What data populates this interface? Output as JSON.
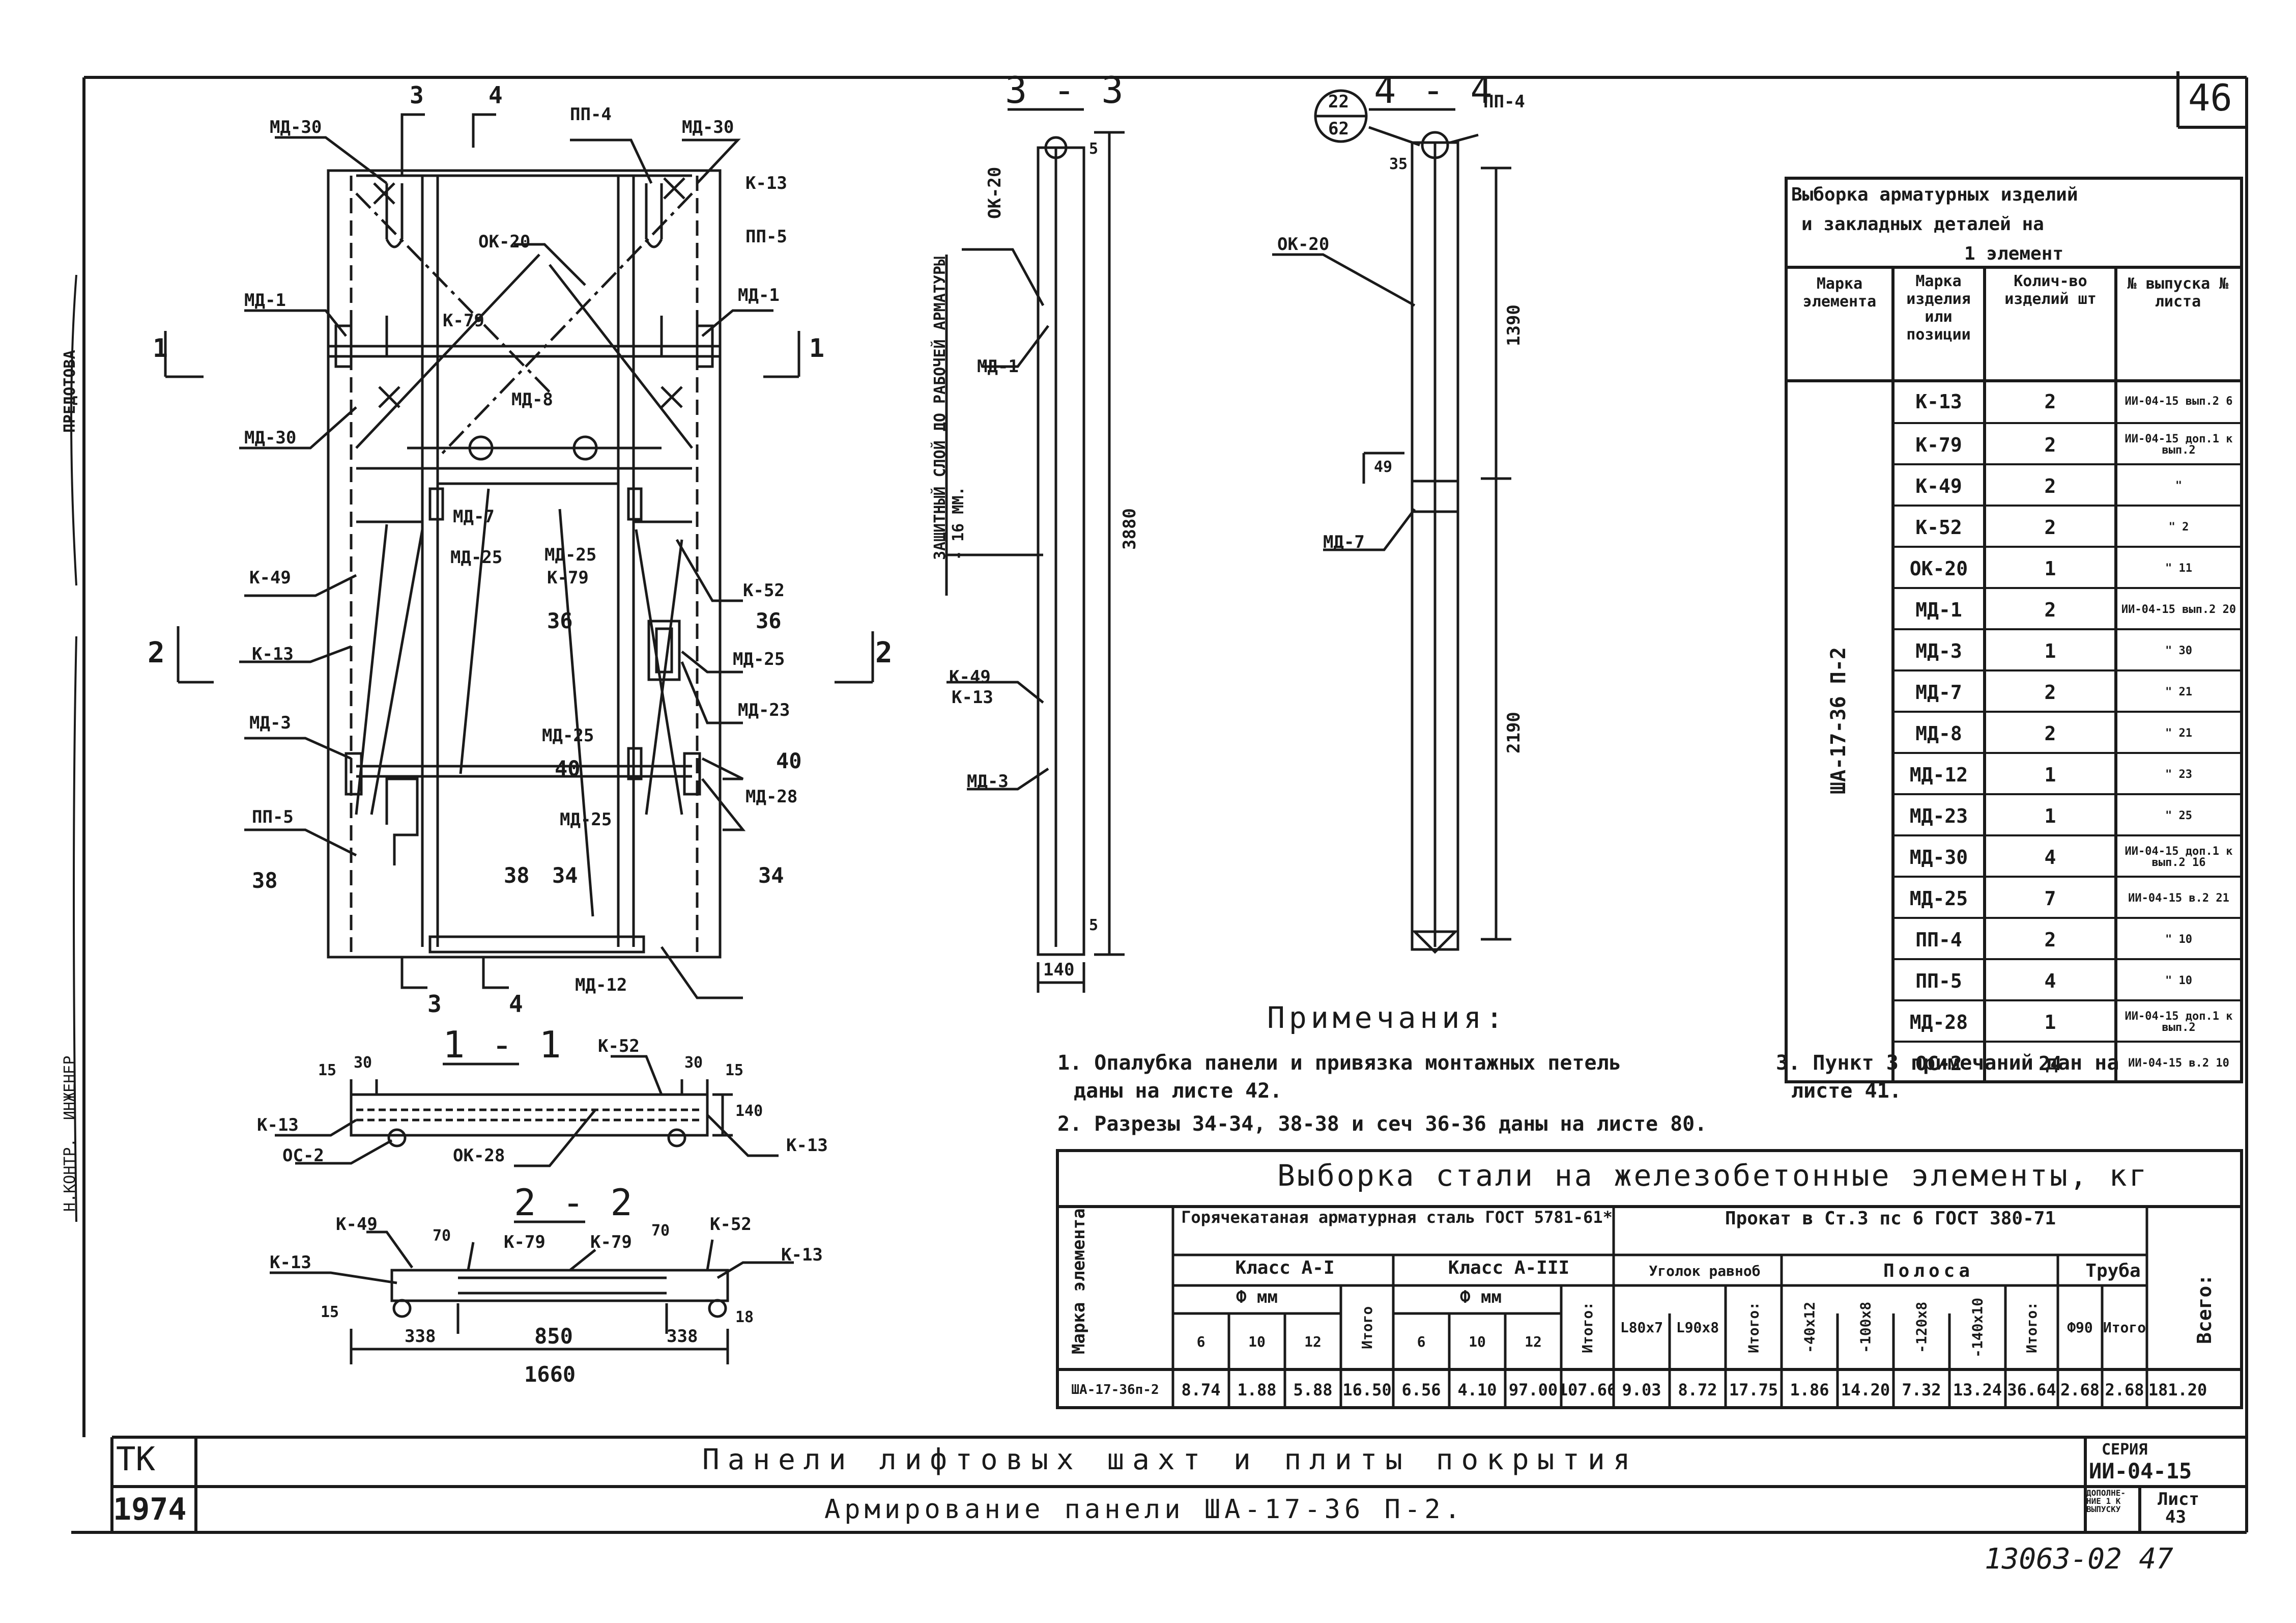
{
  "sheet": {
    "page_number": "46",
    "sheet_number": "43",
    "archive_number": "13063-02 47",
    "company": "ТК",
    "year": "1974",
    "series_label": "СЕРИЯ",
    "series_code": "ИИ-04-15",
    "sheet_label": "Лист",
    "suppl_label": "ДОПОЛНЕ-НИЕ 1 К ВЫПУСКУ",
    "title_main": "Панели лифтовых шахт и плиты покрытия",
    "title_sub": "Армирование панели ША-17-36 П-2.",
    "margin_labels": [
      "Н.КОНТР.",
      "ИНЖЕНЕР",
      "ПРЕДОТОВА"
    ]
  },
  "sections": {
    "s33": "3 - 3",
    "s44": "4 - 4",
    "s11": "1 - 1",
    "s22": "2 - 2",
    "circle_top": "22",
    "circle_bottom": "62"
  },
  "labels": {
    "md30a": "МД-30",
    "md30b": "МД-30",
    "md30c": "МД-30",
    "pp4a": "ПП-4",
    "pp4b": "ПП-4",
    "k13a": "К-13",
    "k13b": "К-13",
    "k13c": "К-13",
    "k13d": "К-13",
    "k13e": "К-13",
    "k13f": "К-13",
    "ok20a": "ОК-20",
    "ok20b": "ОК-20",
    "ok20c": "ОК-20",
    "pp5a": "ПП-5",
    "pp5b": "ПП-5",
    "md1a": "МД-1",
    "md1b": "МД-1",
    "md1c": "МД-1",
    "k79a": "К-79",
    "k79b": "К-79",
    "k79c": "К-79",
    "md8": "МД-8",
    "md7a": "МД-7",
    "md7b": "МД-7",
    "md25a": "МД-25",
    "md25b": "МД-25",
    "md25c": "МД-25",
    "md25d": "МД-25",
    "md25e": "МД-25",
    "k49a": "К-49",
    "k49b": "К-49",
    "k49c": "К-49",
    "k52a": "К-52",
    "k52b": "К-52",
    "k52c": "К-52",
    "md23": "МД-23",
    "md3a": "МД-3",
    "md3b": "МД-3",
    "md28": "МД-28",
    "md12": "МД-12",
    "oc2": "ОС-2",
    "ok28": "ОК-28",
    "cut1": "1",
    "cut2": "2",
    "cut3": "3",
    "cut4": "4",
    "c36": "36",
    "c40": "40",
    "c38": "38",
    "c34": "34",
    "protect_note": "ЗАЩИТНЫЙ СЛОЙ ДО РАБОЧЕЙ АРМАТУРЫ - 16 ММ.",
    "d3880": "3880",
    "d1390": "1390",
    "d2190": "2190",
    "d140": "140",
    "d5a": "5",
    "d5b": "5",
    "d35": "35",
    "d49": "49",
    "d30a": "30",
    "d30b": "30",
    "d15a": "15",
    "d15b": "15",
    "d140b": "140",
    "d70a": "70",
    "d70b": "70",
    "d338a": "338",
    "d338b": "338",
    "d850": "850",
    "d1660": "1660",
    "d15c": "15",
    "d18": "18"
  },
  "notes": {
    "heading": "Примечания:",
    "n1a": "1. Опалубка панели и привязка монтажных петель",
    "n1b": "даны на листе 42.",
    "n2": "2. Разрезы 34-34, 38-38 и сеч 36-36 даны на листе 80.",
    "n3a": "3. Пункт 3 примечаний дан на",
    "n3b": "листе 41."
  },
  "items_table": {
    "title": [
      "Выборка арматурных изделий",
      "и закладных деталей на",
      "1 элемент"
    ],
    "headers": [
      "Марка элемента",
      "Марка изделия или позиции",
      "Колич-во изделий шт",
      "№ выпуска № листа"
    ],
    "element": "ША-17-36 П-2",
    "rows": [
      [
        "К-13",
        "2",
        "ИИ-04-15 вып.2 6"
      ],
      [
        "К-79",
        "2",
        "ИИ-04-15 доп.1 к вып.2"
      ],
      [
        "К-49",
        "2",
        "\""
      ],
      [
        "К-52",
        "2",
        "\" 2"
      ],
      [
        "ОК-20",
        "1",
        "\" 11"
      ],
      [
        "МД-1",
        "2",
        "ИИ-04-15 вып.2 20"
      ],
      [
        "МД-3",
        "1",
        "\" 30"
      ],
      [
        "МД-7",
        "2",
        "\" 21"
      ],
      [
        "МД-8",
        "2",
        "\" 21"
      ],
      [
        "МД-12",
        "1",
        "\" 23"
      ],
      [
        "МД-23",
        "1",
        "\" 25"
      ],
      [
        "МД-30",
        "4",
        "ИИ-04-15 доп.1 к вып.2 16"
      ],
      [
        "МД-25",
        "7",
        "ИИ-04-15 в.2 21"
      ],
      [
        "ПП-4",
        "2",
        "\" 10"
      ],
      [
        "ПП-5",
        "4",
        "\" 10"
      ],
      [
        "МД-28",
        "1",
        "ИИ-04-15 доп.1 к вып.2"
      ],
      [
        "ОС-2",
        "24",
        "ИИ-04-15 в.2 10"
      ]
    ]
  },
  "steel_table": {
    "title": "Выборка стали на железобетонные элементы, кг",
    "h_mark": "Марка элемента",
    "h_hot": "Горячекатаная арматурная сталь ГОСТ 5781-61*",
    "h_rolled": "Прокат в Ст.3 пс 6 ГОСТ 380-71",
    "h_total": "Всего:",
    "h_class1": "Класс А-I",
    "h_class3": "Класс А-III",
    "h_dmm1": "Ф мм",
    "h_dmm3": "Ф мм",
    "h_itogo": "Итого:",
    "h_angle": "Уголок равноб",
    "h_strip": "Полоса",
    "h_pipe": "Труба",
    "cols": [
      "6",
      "10",
      "12",
      "Итого",
      "6",
      "10",
      "12",
      "Итого:",
      "L80x7",
      "L90x8",
      "Итого:",
      "-40x12",
      "-100x8",
      "-120x8",
      "-140x10",
      "Итого:",
      "Ф90",
      "Итого"
    ],
    "row": [
      "ША-17-36п-2",
      "8.74",
      "1.88",
      "5.88",
      "16.50",
      "6.56",
      "4.10",
      "97.00",
      "107.66",
      "9.03",
      "8.72",
      "17.75",
      "1.86",
      "14.20",
      "7.32",
      "13.24",
      "36.64",
      "2.68",
      "2.68",
      "181.20"
    ]
  }
}
